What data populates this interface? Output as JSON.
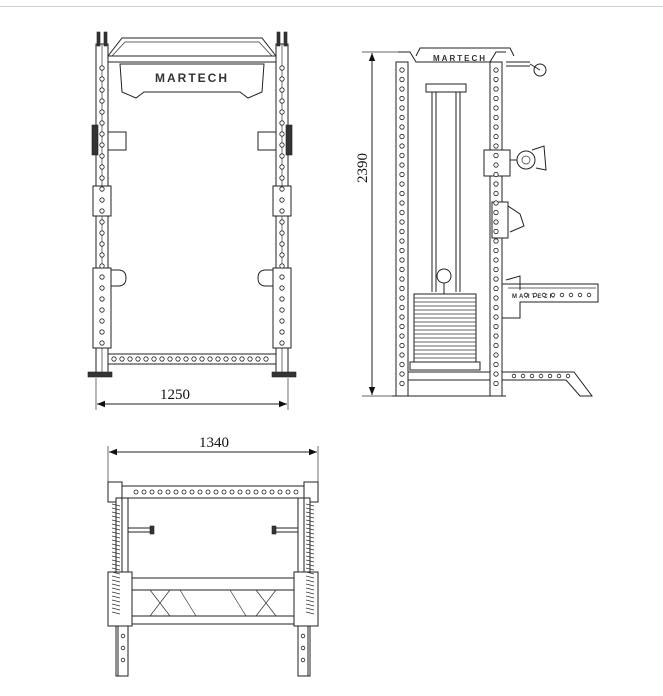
{
  "brand": {
    "front_label": "MARTECH",
    "side_label": "MARTECH",
    "side_attachment_label": "MARTECH"
  },
  "dimensions": {
    "front_width": "1250",
    "side_height": "2390",
    "top_width": "1340"
  },
  "icons": {
    "arrow": "dimension-arrow",
    "hole": "frame-hole"
  }
}
